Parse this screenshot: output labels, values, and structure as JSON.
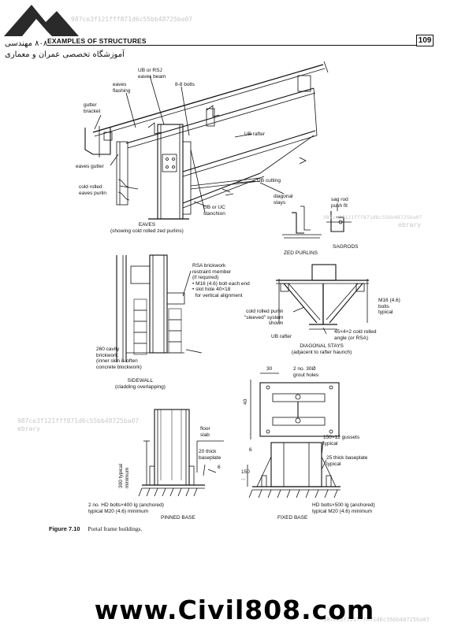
{
  "header": {
    "title": "EXAMPLES OF STRUCTURES",
    "page_number": "109",
    "site_name_fa": "۸۰۸ مهندسی",
    "site_tagline_fa": "آموزشگاه تخصصی عمران و معماری",
    "watermark_id": "987ce3f121fff871d6c55bb48725ba07",
    "watermark_ebrary": "ebrary"
  },
  "eaves": {
    "ub_rsj_eaves_beam": "UB or RSJ\neaves beam",
    "eaves_flashing": "eaves\nflashing",
    "bolts": "8-8 bolts",
    "gutter_bracket": "gutter\nbracket",
    "ub_rafter": "UB rafter",
    "eaves_gutter": "eaves gutter",
    "ub_cutting": "UB cutting",
    "cold_rolled_purlin": "cold rolled\neaves purlin",
    "diagonal_stays": "diagonal\nstays",
    "ub_uc_stanchion": "UB or UC\nstanchion",
    "caption": "EAVES\n(showing cold rolled zed purlins)"
  },
  "sagrods": {
    "sag_rod_push_fit": "sag rod\npush fit",
    "zed_purlins_caption": "ZED PURLINS",
    "sagrods_caption": "SAGRODS"
  },
  "sidewall": {
    "rsa_note": "RSA brickwork\nrestraint member\n(if required)\n• M16 (4.6) bolt each end\n• slot hole 40×18\n  for vertical alignment",
    "cavity_note": "260 cavity\nbrickwork\n(inner skin is often\nconcrete blockwork)",
    "caption": "SIDEWALL\n(cladding overlapping)"
  },
  "diagonal": {
    "m16_bolts": "M16 (4.6)\nbolts\ntypical",
    "sleeved_purlin": "cold rolled purlin\n\"sleeved\" system\nshown",
    "angle_note": "45×4×2 cold rolled\nangle (or RSA)",
    "ub_rafter": "UB rafter",
    "caption": "DIAGONAL STAYS\n(adjacent to rafter haunch)"
  },
  "pinned": {
    "floor_slab": "floor\nslab",
    "baseplate": "20 thick\nbaseplate",
    "typical_min": "300 typical\nminimum",
    "dim_6": "6",
    "bolts_note": "2 no. HD bolts×400 lg (anchored)\ntypical M20 (4.6) minimum",
    "caption": "PINNED BASE"
  },
  "fixed": {
    "dim_30": "30",
    "grout_holes": "2 no. 30Ø\ngrout holes",
    "dim_40": "40",
    "gussets": "150×12 gussets\ntypical",
    "dim_6": "6",
    "baseplate": "25 thick baseplate\ntypical",
    "dim_150": "150\n...",
    "bolts_note": "HD bolts×500 lg (anchored)\ntypical M20 (4.6) minimum",
    "caption": "FIXED BASE"
  },
  "figure": {
    "label": "Figure 7.10",
    "text": "Portal frame buildings."
  },
  "footer": {
    "url": "www.Civil808.com"
  }
}
